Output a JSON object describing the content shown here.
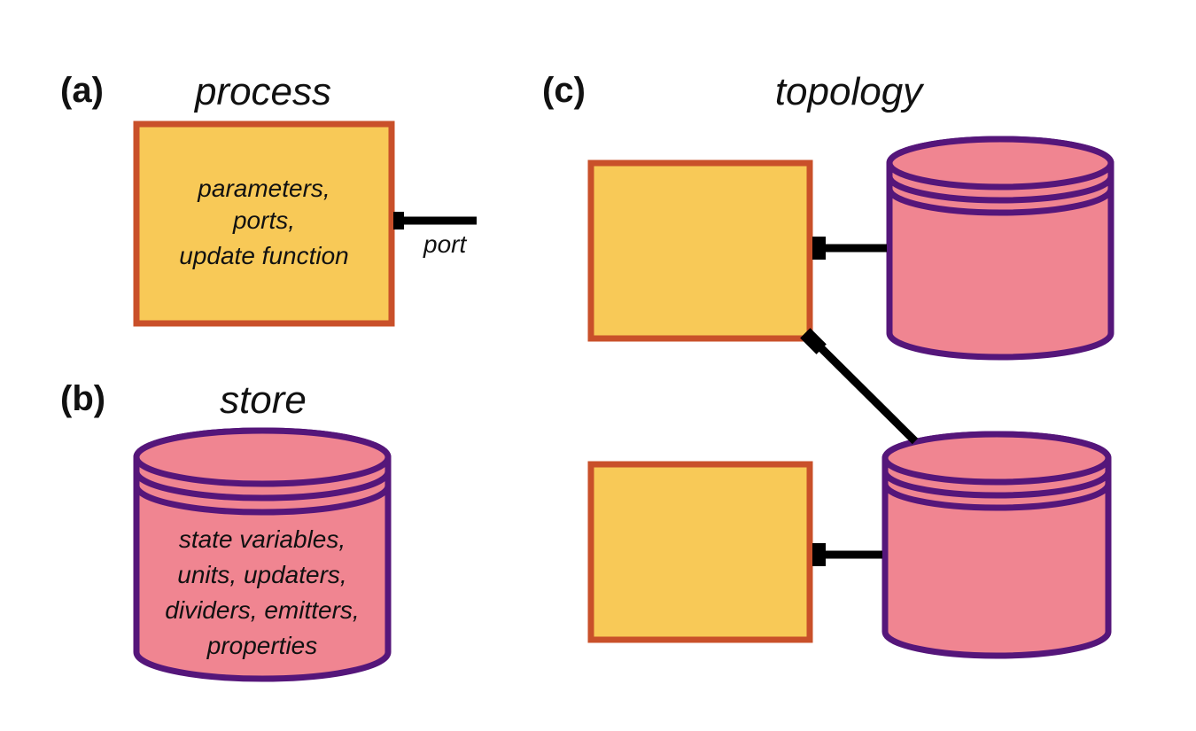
{
  "panels": {
    "a": {
      "label": "(a)",
      "title": "process",
      "body_lines": [
        "parameters,",
        "ports,",
        "update function"
      ],
      "port_label": "port"
    },
    "b": {
      "label": "(b)",
      "title": "store",
      "body_lines": [
        "state variables,",
        "units, updaters,",
        "dividers, emitters,",
        "properties"
      ]
    },
    "c": {
      "label": "(c)",
      "title": "topology"
    }
  },
  "colors": {
    "process_fill": "#f8c957",
    "process_stroke": "#c9502a",
    "store_fill": "#f08591",
    "store_stroke": "#55167a",
    "wire": "#000000",
    "text": "#111111"
  }
}
